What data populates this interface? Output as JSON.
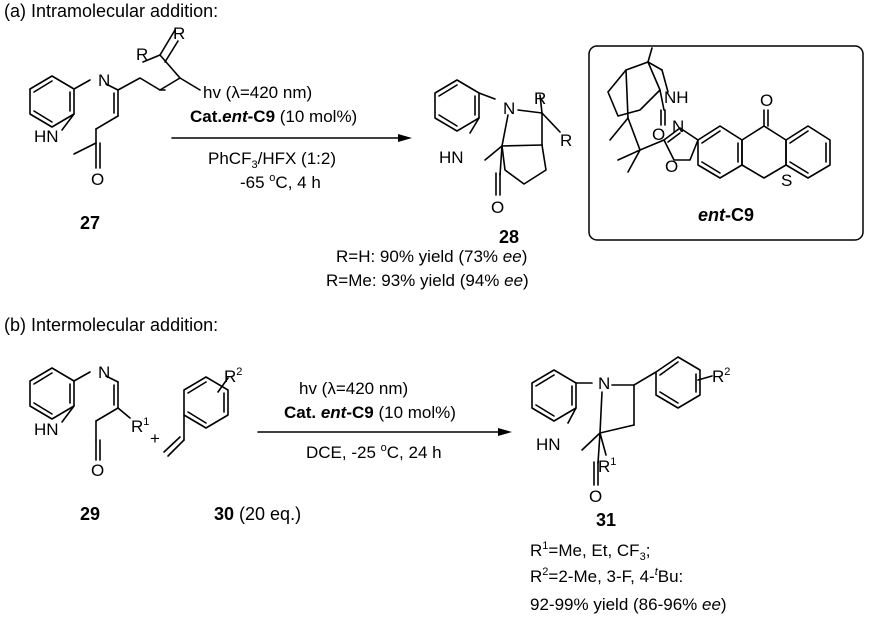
{
  "section_a": {
    "header": "(a) Intramolecular addition:",
    "sm_label": "27",
    "product_label": "28",
    "catalyst_label_prefix": "ent",
    "catalyst_label_suffix": "-C9",
    "condition_light_prefix": "hv (",
    "condition_light_lambda": "λ",
    "condition_light_suffix": "=420 nm)",
    "condition_cat_bold_a": "Cat.",
    "condition_cat_bold_b": "ent",
    "condition_cat_bold_c": "-C9",
    "condition_cat_rest": " (10 mol%)",
    "condition_solvent_a": "PhCF",
    "condition_solvent_sub": "3",
    "condition_solvent_b": "/HFX (1:2)",
    "condition_temp_a": "-65 ",
    "condition_temp_sup": "o",
    "condition_temp_b": "C, 4 h",
    "result_1_a": "R=H: 90% yield (73% ",
    "result_1_ee": "ee",
    "result_1_b": ")",
    "result_2_a": "R=Me: 93% yield (94% ",
    "result_2_ee": "ee",
    "result_2_b": ")"
  },
  "section_b": {
    "header": "(b) Intermolecular addition:",
    "sm_label": "29",
    "styrene_label": "30",
    "styrene_equiv": " (20 eq.)",
    "product_label": "31",
    "plus": "+",
    "condition_light_prefix": "hv (",
    "condition_light_lambda": "λ",
    "condition_light_suffix": "=420 nm)",
    "condition_cat_bold_a": "Cat. ",
    "condition_cat_bold_b": "ent",
    "condition_cat_bold_c": "-C9",
    "condition_cat_rest": " (10 mol%)",
    "condition_a": "DCE, -25 ",
    "condition_sup": "o",
    "condition_b": "C, 24 h",
    "scope_1_a": "R",
    "scope_1_sup": "1",
    "scope_1_b": "=Me, Et, CF",
    "scope_1_sub": "3",
    "scope_1_c": ";",
    "scope_2_a": "R",
    "scope_2_sup": "2",
    "scope_2_b": "=2-Me, 3-F, 4-",
    "scope_2_sup2": "t",
    "scope_2_c": "Bu:",
    "scope_3_a": "92-99% yield (86-96% ",
    "scope_3_ee": "ee",
    "scope_3_b": ")"
  },
  "atoms": {
    "N": "N",
    "HN": "HN",
    "NH": "NH",
    "H": "H",
    "O": "O",
    "S": "S",
    "R": "R",
    "R1": "R",
    "R1_sup": "1",
    "R2": "R",
    "R2_sup": "2"
  }
}
